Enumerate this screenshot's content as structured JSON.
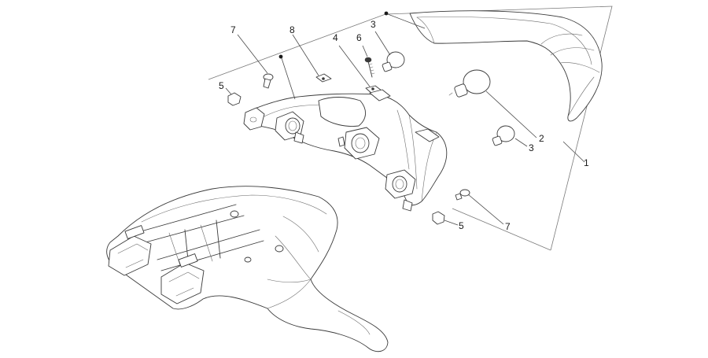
{
  "callouts": {
    "c1": "1",
    "c2": "2",
    "c3a": "3",
    "c3b": "3",
    "c4": "4",
    "c5a": "5",
    "c5b": "5",
    "c6": "6",
    "c7a": "7",
    "c7b": "7",
    "c8": "8"
  },
  "colors": {
    "line": "#3a3a3a",
    "background": "#ffffff"
  }
}
